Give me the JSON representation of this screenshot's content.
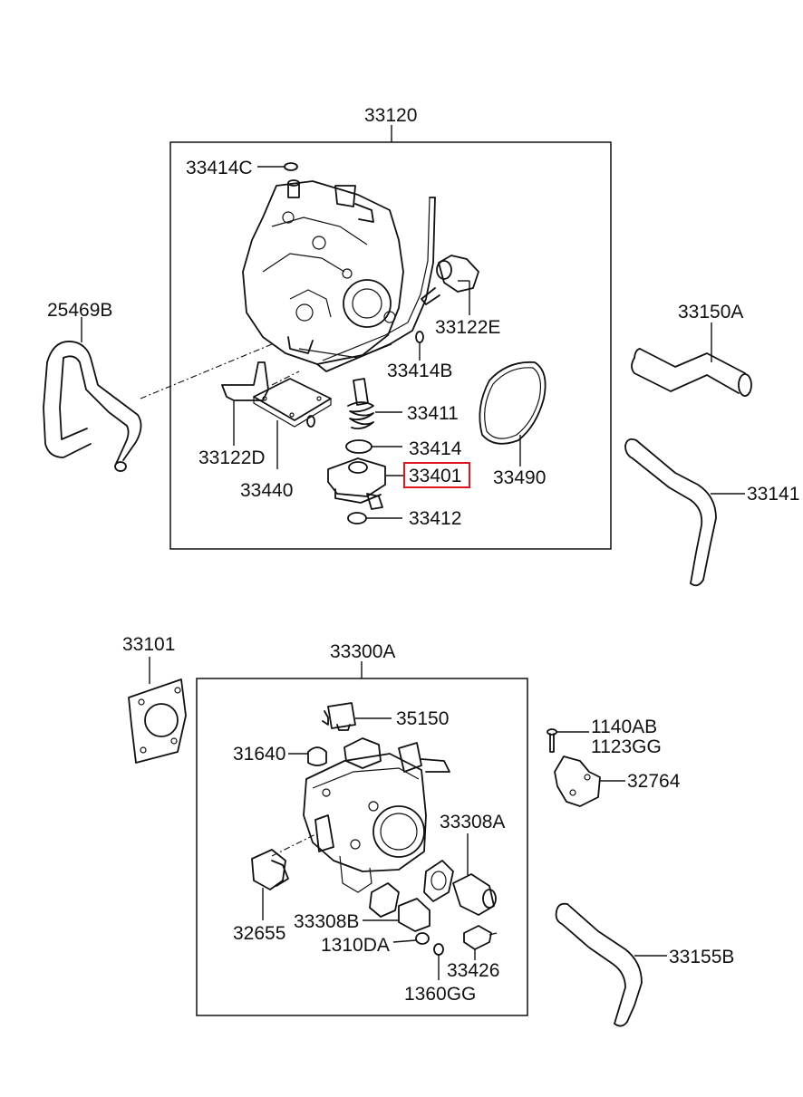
{
  "labels": {
    "p33120": "33120",
    "p33414C": "33414C",
    "p25469B": "25469B",
    "p33122E": "33122E",
    "p33150A": "33150A",
    "p33414B": "33414B",
    "p33411": "33411",
    "p33414": "33414",
    "p33122D": "33122D",
    "p33401": "33401",
    "p33490": "33490",
    "p33141": "33141",
    "p33440": "33440",
    "p33412": "33412",
    "p33101": "33101",
    "p33300A": "33300A",
    "p35150": "35150",
    "p1140AB": "1140AB",
    "p1123GG": "1123GG",
    "p31640": "31640",
    "p32764": "32764",
    "p33308A": "33308A",
    "p32655": "32655",
    "p33308B": "33308B",
    "p1310DA": "1310DA",
    "p33426": "33426",
    "p33155B": "33155B",
    "p1360GG": "1360GG"
  },
  "highlight": {
    "part": "33401",
    "color": "#e0141e"
  }
}
